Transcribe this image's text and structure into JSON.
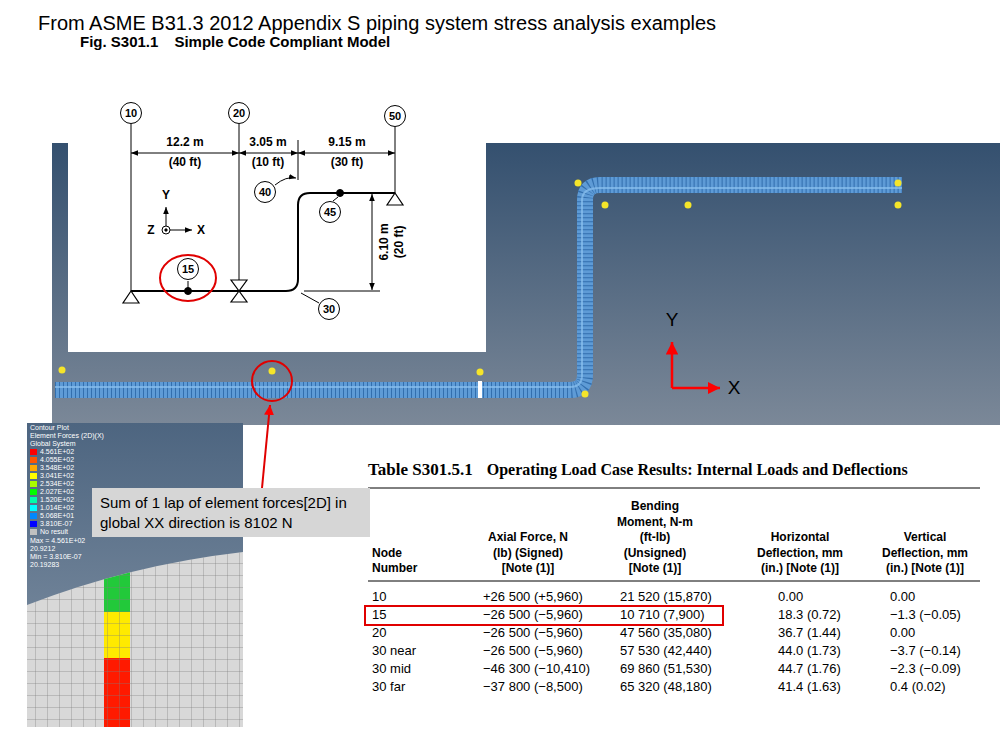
{
  "diagram": {
    "title": "From ASME B31.3 2012 Appendix S piping system stress analysis examples",
    "nodes": [
      {
        "text": [
          "10"
        ]
      },
      {
        "text": [
          "20"
        ]
      },
      {
        "text": [
          "50"
        ]
      },
      {
        "text": [
          "40"
        ]
      },
      {
        "text": [
          "45"
        ]
      },
      {
        "text": [
          "15"
        ]
      },
      {
        "text": [
          "30"
        ]
      },
      {
        "text": [
          "Sum of 1 lap of element forces[2D] in global XX direction is 8102 N"
        ]
      }
    ],
    "labels": [
      "Fig. S301.1",
      "Simple Code Compliant Model",
      "12.2 m",
      "(40 ft)",
      "3.05 m",
      "(10 ft)",
      "9.15 m",
      "(30 ft)",
      "6.10 m",
      "(20 ft)",
      "Y",
      "Z",
      "X",
      "Y",
      "X",
      "Contour Plot",
      "Element Forces (2D)(X)",
      "Global System",
      "Max = 4.561E+02",
      "20.9212",
      "Min = 3.810E-07",
      "20.19283",
      "Table S301.5.1",
      "Operating Load Case Results: Internal Loads and Deflections",
      "Node Number",
      "Axial Force, N (lb) (Signed) [Note (1)]",
      "Bending Moment, N-m (ft-lb) (Unsigned) [Note (1)]",
      "Horizontal Deflection, mm (in.) [Note (1)]",
      "Vertical Deflection, mm (in.) [Note (1)]",
      "10",
      "+26 500 (+5,960)",
      "21 520 (15,870)",
      "0.00",
      "0.00",
      "15",
      "−26 500 (−5,960)",
      "10 710 (7,900)",
      "18.3 (0.72)",
      "−1.3 (−0.05)",
      "20",
      "−26 500 (−5,960)",
      "47 560 (35,080)",
      "36.7 (1.44)",
      "0.00",
      "30 near",
      "−26 500 (−5,960)",
      "57 530 (42,440)",
      "44.0 (1.73)",
      "−3.7 (−0.14)",
      "30 mid",
      "−46 300 (−10,410)",
      "69 860 (51,530)",
      "44.7 (1.76)",
      "−2.3 (−0.09)",
      "30 far",
      "−37 800 (−8,500)",
      "65 320 (48,180)",
      "41.4 (1.63)",
      "0.4 (0.02)"
    ],
    "legend": [
      {
        "text": "4.561E+02",
        "color": "#ff0000"
      },
      {
        "text": "4.055E+02",
        "color": "#ff5500"
      },
      {
        "text": "3.548E+02",
        "color": "#ffaa00"
      },
      {
        "text": "3.041E+02",
        "color": "#ffff00"
      },
      {
        "text": "2.534E+02",
        "color": "#aaff00"
      },
      {
        "text": "2.027E+02",
        "color": "#00ff00"
      },
      {
        "text": "1.520E+02",
        "color": "#00ffaa"
      },
      {
        "text": "1.014E+02",
        "color": "#00ffff"
      },
      {
        "text": "5.068E+01",
        "color": "#0088ff"
      },
      {
        "text": "3.810E-07",
        "color": "#0000ff"
      },
      {
        "text": "No result",
        "color": "#c0c0c0"
      }
    ]
  }
}
